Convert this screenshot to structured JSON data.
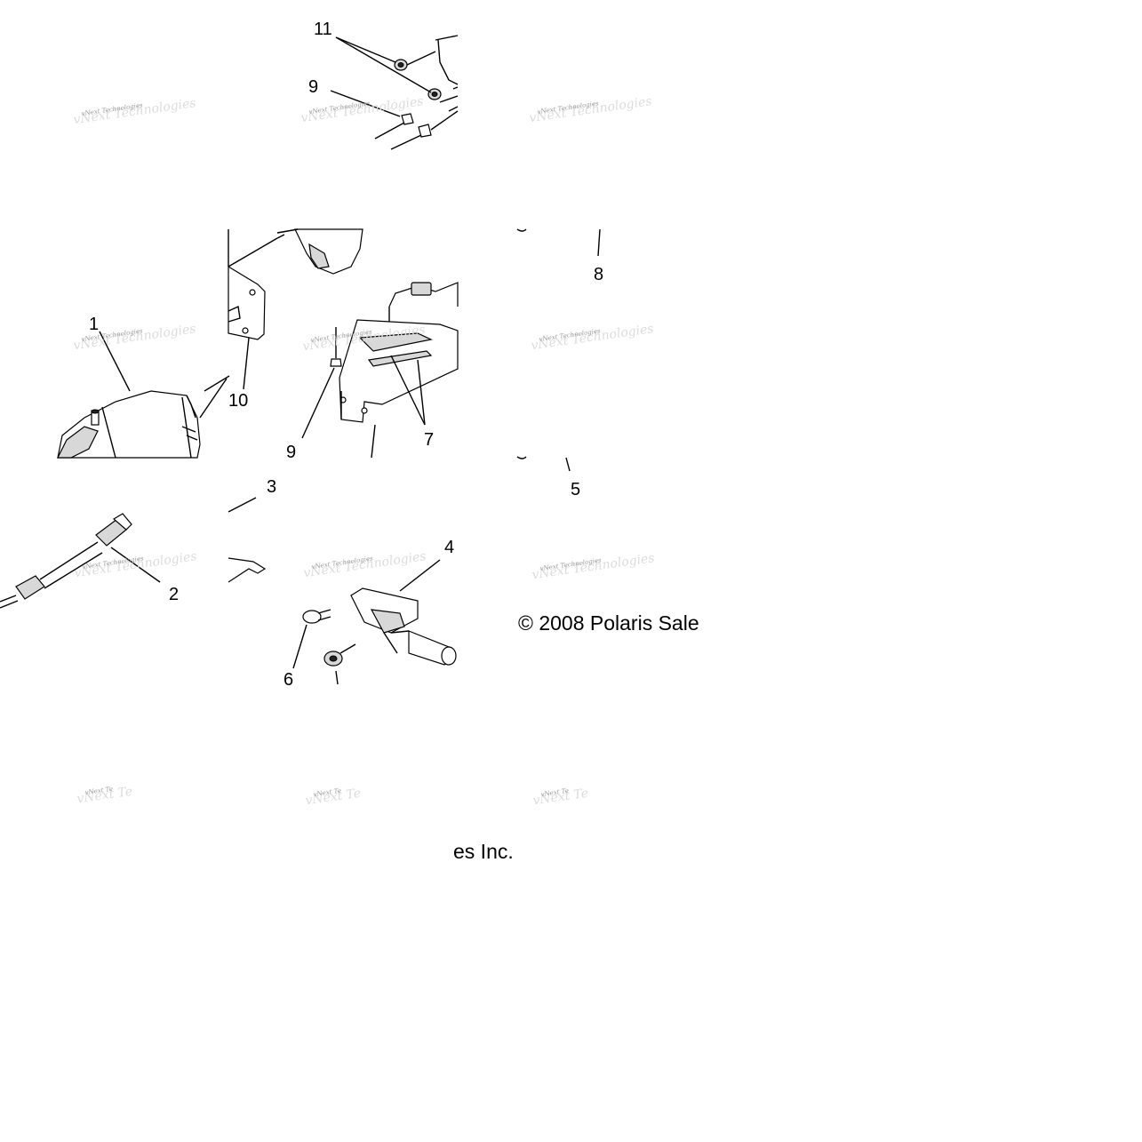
{
  "callouts": {
    "c1": "1",
    "c2": "2",
    "c3": "3",
    "c4": "4",
    "c5": "5",
    "c6": "6",
    "c7": "7",
    "c8": "8",
    "c9a": "9",
    "c9b": "9",
    "c10": "10",
    "c11": "11"
  },
  "copyright": {
    "part_a": "© 2008 Polaris Sale",
    "part_b": "es Inc."
  },
  "watermark": {
    "text": "vNext Technologies",
    "partial": "vNext Te"
  },
  "colors": {
    "ink": "#000000",
    "watermark": "#9a9a9a",
    "background": "#ffffff"
  }
}
